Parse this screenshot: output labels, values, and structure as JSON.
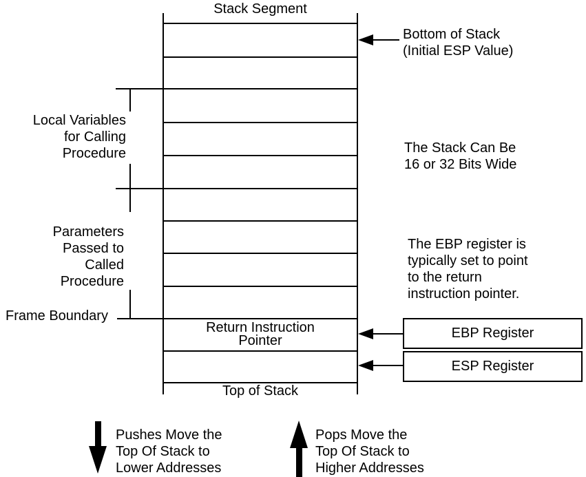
{
  "diagram": {
    "title": "Stack Segment",
    "stack": {
      "return_pointer_cell": "Return Instruction\nPointer",
      "top_label": "Top of Stack"
    },
    "left_labels": {
      "local_variables": "Local Variables\nfor Calling\nProcedure",
      "parameters": "Parameters\nPassed to\nCalled\nProcedure",
      "frame_boundary": "Frame Boundary"
    },
    "annotations": {
      "bottom_of_stack": "Bottom of Stack\n(Initial ESP Value)",
      "stack_width": "The Stack Can Be\n16 or 32 Bits Wide",
      "ebp_note": "The EBP register is\ntypically set to point\nto the return\ninstruction pointer."
    },
    "registers": {
      "ebp": "EBP Register",
      "esp": "ESP Register"
    },
    "legend": {
      "pushes": "Pushes Move the\nTop Of Stack to\nLower Addresses",
      "pops": "Pops Move the\nTop Of Stack to\nHigher Addresses"
    },
    "colors": {
      "line": "#000000",
      "text": "#000000",
      "background": "#ffffff"
    }
  }
}
